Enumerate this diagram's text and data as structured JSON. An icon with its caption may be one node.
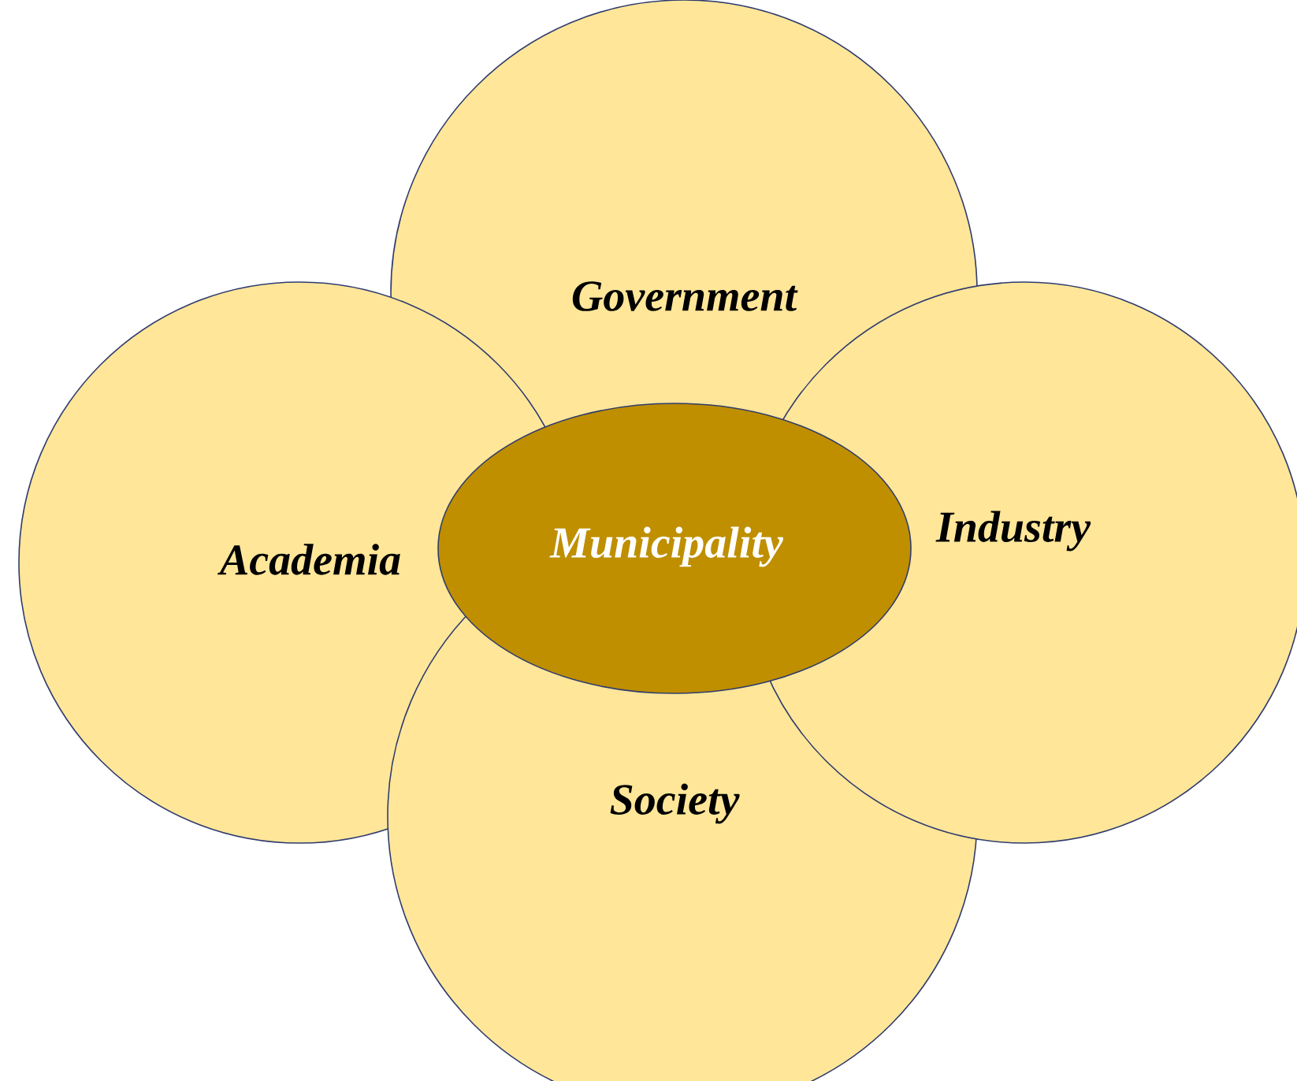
{
  "diagram": {
    "nodes": [
      {
        "text": [
          "Government"
        ]
      },
      {
        "text": [
          "Academia"
        ]
      },
      {
        "text": [
          "Municipality"
        ]
      },
      {
        "text": [
          "Industry"
        ]
      },
      {
        "text": [
          "Society"
        ]
      }
    ]
  }
}
